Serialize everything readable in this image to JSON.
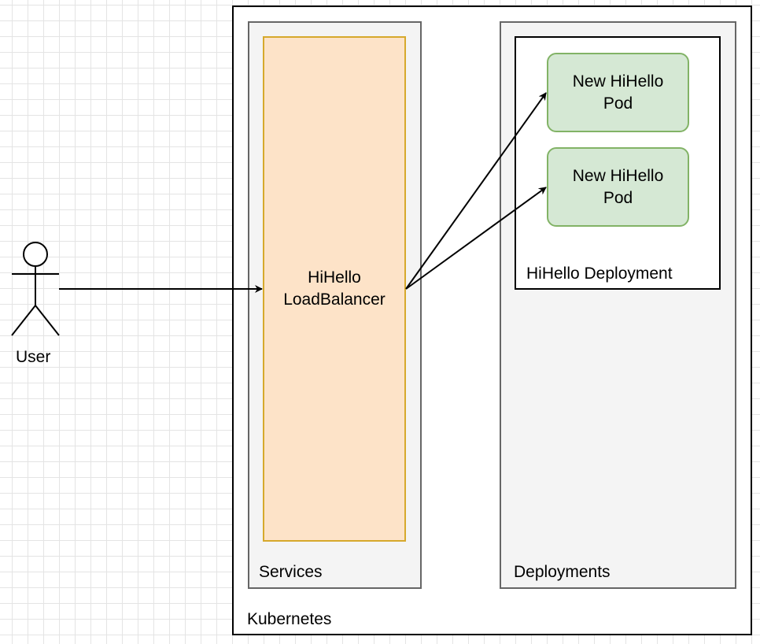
{
  "diagram": {
    "containers": {
      "kubernetes": "Kubernetes",
      "services": "Services",
      "deployments": "Deployments",
      "deployment": "HiHello Deployment"
    },
    "load_balancer": {
      "line1": "HiHello",
      "line2": "LoadBalancer"
    },
    "pods": [
      {
        "line1": "New HiHello",
        "line2": "Pod"
      },
      {
        "line1": "New HiHello",
        "line2": "Pod"
      }
    ],
    "actor": {
      "label": "User"
    }
  },
  "colors": {
    "load_balancer_fill": "#fde3c8",
    "load_balancer_stroke": "#d6a92c",
    "pod_fill": "#d5e8d4",
    "pod_stroke": "#82b366",
    "group_fill": "#f4f4f4",
    "group_stroke": "#666666"
  }
}
